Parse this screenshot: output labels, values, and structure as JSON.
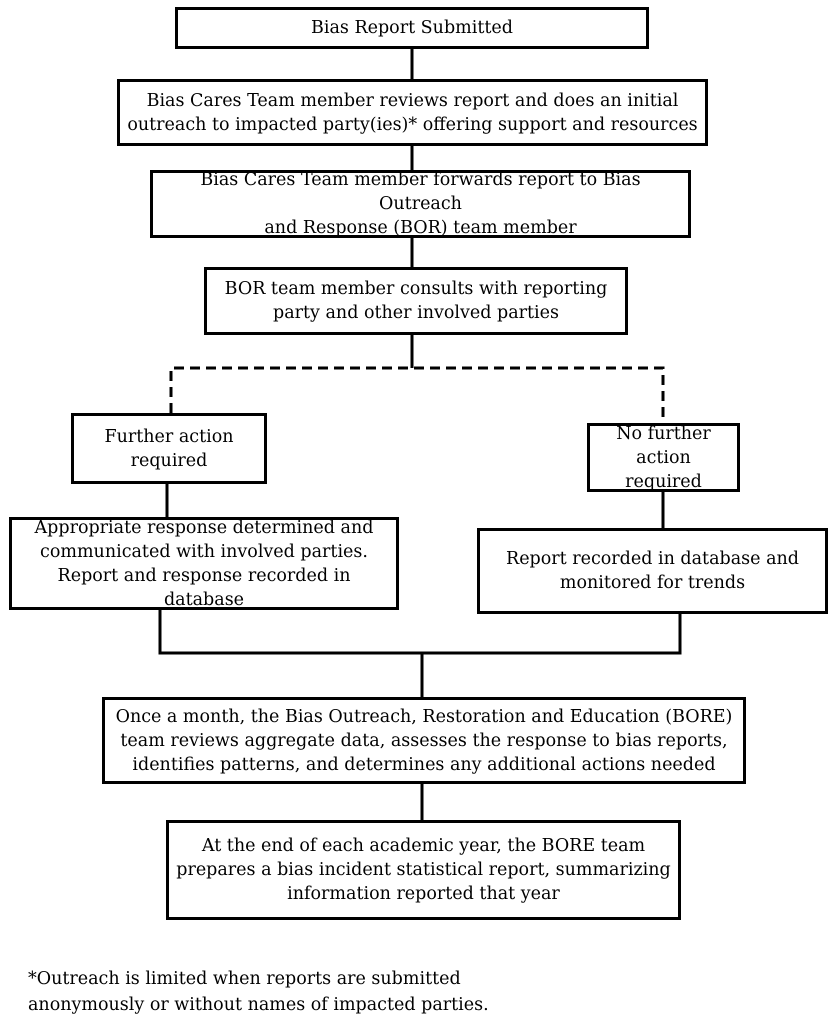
{
  "boxes": {
    "submitted": {
      "lines": [
        "Bias Report Submitted"
      ]
    },
    "initial_review": {
      "lines": [
        "Bias Cares Team member reviews report and does an initial",
        "outreach to impacted party(ies)* offering support and resources"
      ]
    },
    "forward": {
      "lines": [
        "Bias Cares Team member forwards report to Bias Outreach",
        "and Response (BOR) team member"
      ]
    },
    "consult": {
      "lines": [
        "BOR team member consults with reporting",
        "party and other involved parties"
      ]
    },
    "further_action": {
      "lines": [
        "Further action",
        "required"
      ]
    },
    "no_further_action": {
      "lines": [
        "No further",
        "action required"
      ]
    },
    "appropriate_response": {
      "lines": [
        "Appropriate response determined and",
        "communicated with involved parties.",
        "Report and response recorded in database"
      ]
    },
    "recorded": {
      "lines": [
        "Report recorded in database and",
        "monitored for trends"
      ]
    },
    "monthly": {
      "lines": [
        "Once a month, the Bias Outreach, Restoration and Education (BORE)",
        "team reviews aggregate data, assesses the response to bias reports,",
        "identifies patterns, and determines any additional actions needed"
      ]
    },
    "annual": {
      "lines": [
        "At the end of each academic year, the BORE team",
        "prepares a bias incident statistical report, summarizing",
        "information reported that year"
      ]
    }
  },
  "footnote": {
    "lines": [
      "*Outreach is limited when reports are submitted",
      "anonymously or without names of impacted parties."
    ]
  }
}
